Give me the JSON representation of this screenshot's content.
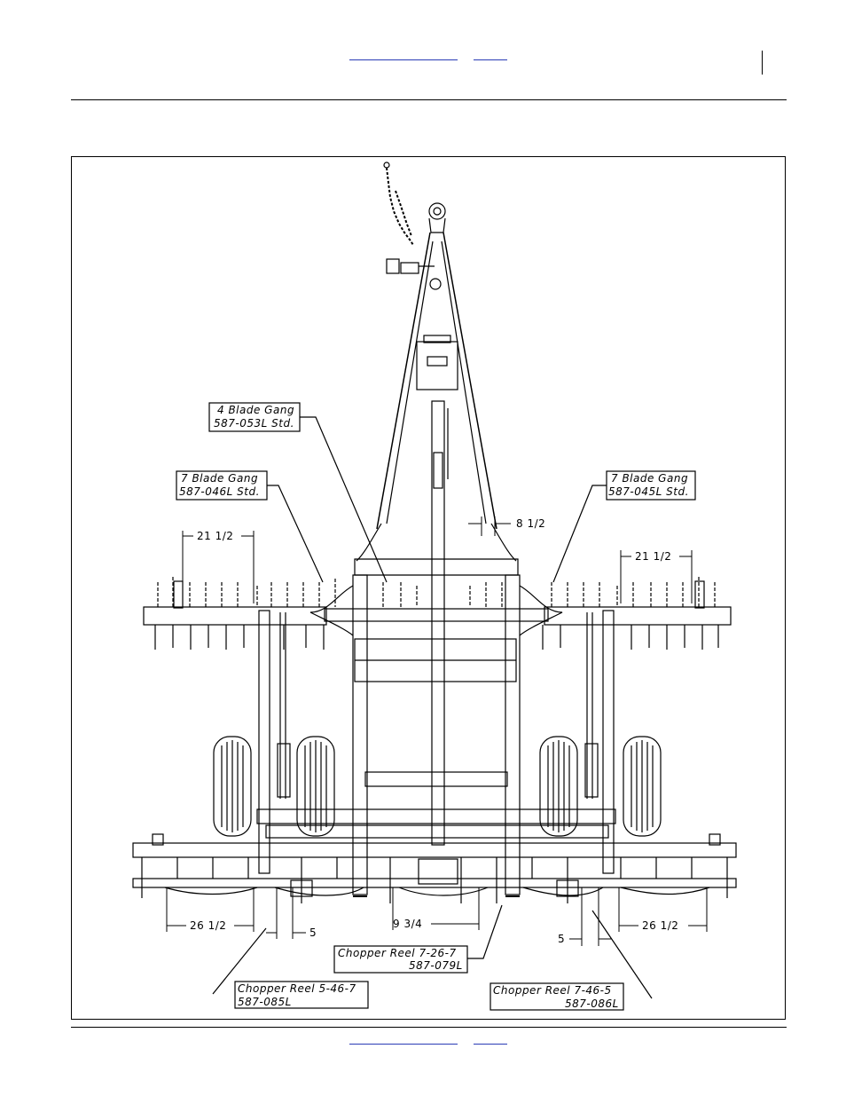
{
  "callouts": {
    "four_blade": {
      "line1": "4 Blade Gang",
      "line2": "587-053L Std."
    },
    "seven_blade_left": {
      "line1": "7 Blade Gang",
      "line2": "587-046L Std."
    },
    "seven_blade_right": {
      "line1": "7 Blade Gang",
      "line2": "587-045L Std."
    },
    "reel_center": {
      "line1": "Chopper Reel 7-26-7",
      "line2": "587-079L"
    },
    "reel_left": {
      "line1": "Chopper Reel 5-46-7",
      "line2": "587-085L"
    },
    "reel_right": {
      "line1": "Chopper Reel 7-46-5",
      "line2": "587-086L"
    }
  },
  "dimensions": {
    "top_left": "21 1/2",
    "top_right": "21 1/2",
    "center_top": "8 1/2",
    "bottom_left": "26 1/2",
    "bottom_right": "26 1/2",
    "bottom_center": "9 3/4",
    "bottom_left_small": "5",
    "bottom_right_small": "5"
  }
}
